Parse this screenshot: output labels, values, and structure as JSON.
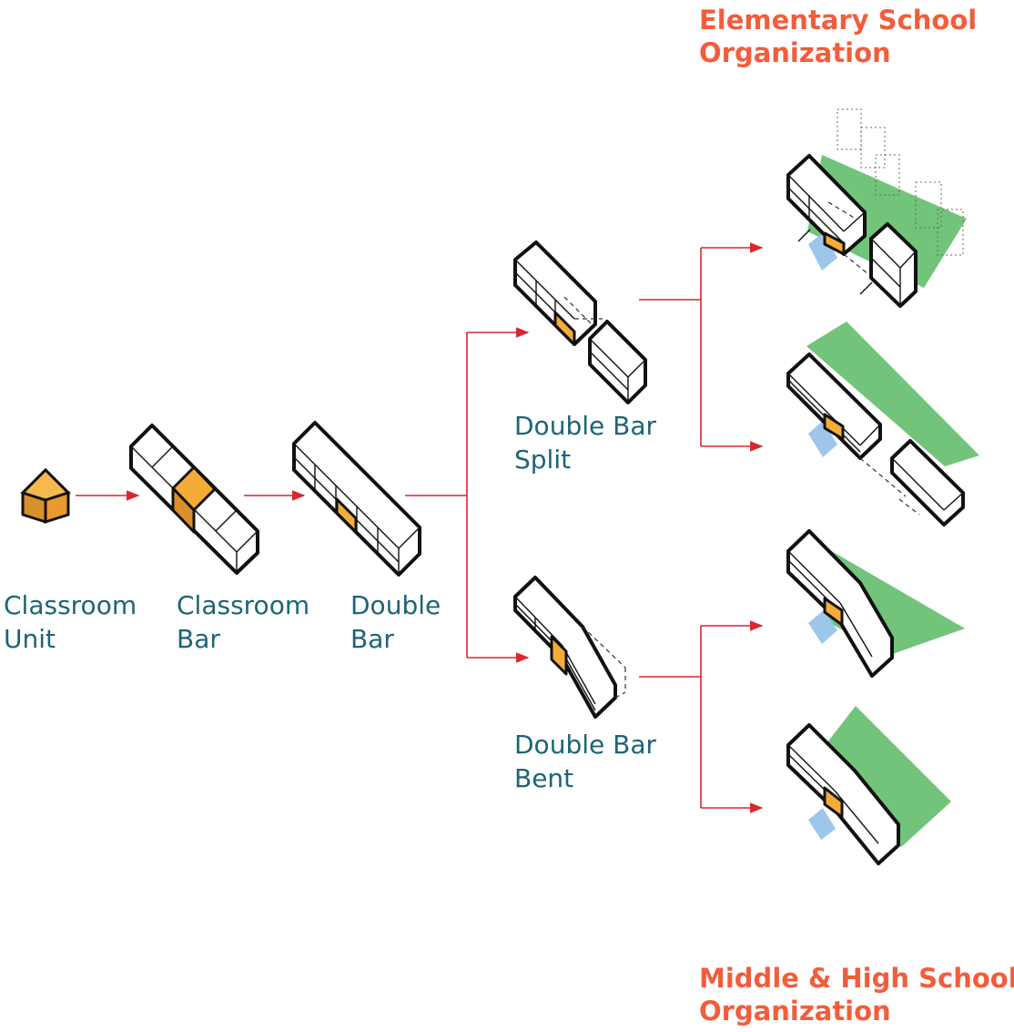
{
  "headers": {
    "elementary": [
      "Elementary School",
      "Organization"
    ],
    "middle_high": [
      "Middle & High School",
      "Organization"
    ]
  },
  "labels": {
    "classroom_unit": [
      "Classroom",
      "Unit"
    ],
    "classroom_bar": [
      "Classroom",
      "Bar"
    ],
    "double_bar": [
      "Double",
      "Bar"
    ],
    "double_bar_split": [
      "Double Bar",
      "Split"
    ],
    "double_bar_bent": [
      "Double Bar",
      "Bent"
    ]
  },
  "colors": {
    "label_text": "#1d6476",
    "header_text": "#f25d3c",
    "arrow": "#d9272e",
    "classroom": "#f5ac36",
    "site": "#72c47a",
    "entry": "#9dc6ea"
  }
}
